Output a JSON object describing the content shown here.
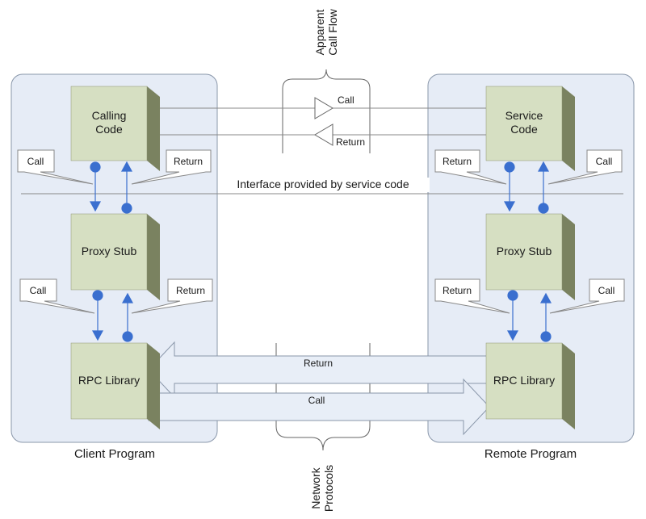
{
  "top_brace_label": [
    "Apparent",
    "Call Flow"
  ],
  "bottom_brace_label": [
    "Network",
    "Protocols"
  ],
  "interface_label": "Interface provided by service code",
  "client": {
    "title": "Client Program",
    "calling_code": [
      "Calling",
      "Code"
    ],
    "proxy_stub": "Proxy Stub",
    "rpc_library": "RPC Library",
    "callout_call_top": "Call",
    "callout_return_top": "Return",
    "callout_call_mid": "Call",
    "callout_return_mid": "Return"
  },
  "server": {
    "title": "Remote Program",
    "service_code": [
      "Service",
      "Code"
    ],
    "proxy_stub": "Proxy Stub",
    "rpc_library": "RPC Library",
    "callout_return_top": "Return",
    "callout_call_top": "Call",
    "callout_return_mid": "Return",
    "callout_call_mid": "Call"
  },
  "apparent_call": "Call",
  "apparent_return": "Return",
  "network_return": "Return",
  "network_call": "Call",
  "colors": {
    "panel_fill": "#e6ecf6",
    "panel_stroke": "#8a97aa",
    "box_front": "#d6dfc2",
    "box_side": "#7a8260",
    "box_top": "#b9c29f",
    "connector": "#3a6fcf",
    "arrow_fill": "#e8eef7"
  }
}
